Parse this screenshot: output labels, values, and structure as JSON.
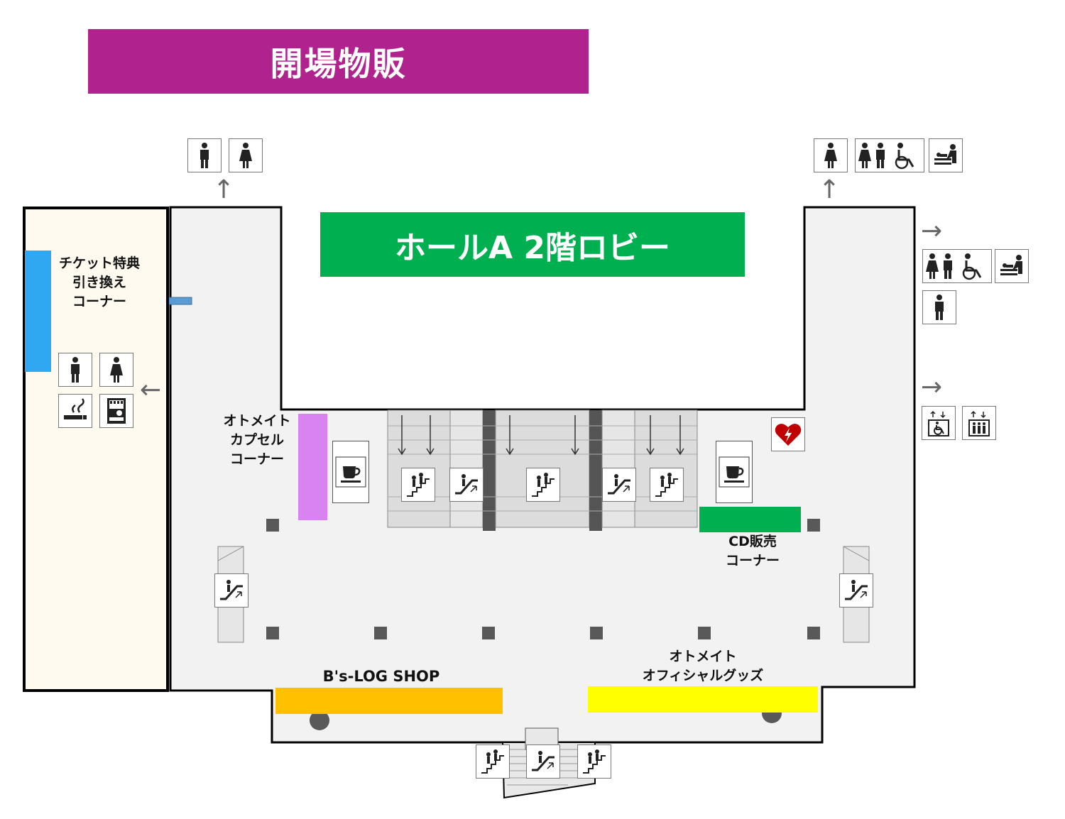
{
  "header": {
    "title": "開場物販"
  },
  "lobby": {
    "title": "ホールA 2階ロビー"
  },
  "labels": {
    "ticket": "チケット特典\n引き換え\nコーナー",
    "capsule": "オトメイト\nカプセル\nコーナー",
    "cd": "CD販売\nコーナー",
    "bslog": "B's-LOG SHOP",
    "official": "オトメイト\nオフィシャルグッズ"
  },
  "colors": {
    "header": "#b0238f",
    "lobby": "#00b050",
    "ticket_corner": "#2fa8f1",
    "capsule_corner": "#d883f0",
    "cd_corner": "#00b050",
    "bslog_shop": "#ffc000",
    "official_goods": "#ffff00",
    "floor": "#f2f2f2",
    "left_room": "#fffaf0",
    "aed": "#c00000"
  },
  "icons": {
    "top_left": [
      "male-toilet-icon",
      "female-toilet-icon"
    ],
    "top_right": [
      "female-toilet-icon",
      "multipurpose-toilet-icon",
      "baby-changing-icon"
    ],
    "right_upper": [
      "multipurpose-toilet-icon",
      "baby-changing-icon",
      "male-toilet-icon"
    ],
    "right_lower": [
      "wheelchair-elevator-icon",
      "elevator-icon"
    ],
    "left_room": [
      "male-toilet-icon",
      "female-toilet-icon",
      "smoking-icon",
      "vending-machine-icon"
    ],
    "cafe": [
      "cafe-icon",
      "cafe-icon"
    ],
    "aed": "aed-icon"
  }
}
